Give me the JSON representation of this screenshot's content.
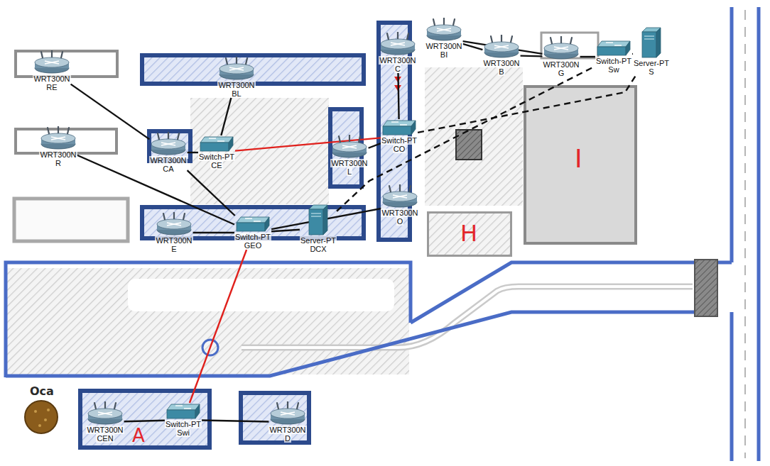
{
  "diagram": {
    "nodes": [
      {
        "text": [
          "WRT300N",
          "RE"
        ]
      },
      {
        "text": [
          "WRT300N",
          "BL"
        ]
      },
      {
        "text": [
          "WRT300N",
          "C"
        ]
      },
      {
        "text": [
          "WRT300N",
          "BI"
        ]
      },
      {
        "text": [
          "WRT300N",
          "B"
        ]
      },
      {
        "text": [
          "WRT300N",
          "G"
        ]
      },
      {
        "text": [
          "Switch-PT",
          "Sw"
        ]
      },
      {
        "text": [
          "Server-PT",
          "S"
        ]
      },
      {
        "text": [
          "WRT300N",
          "R"
        ]
      },
      {
        "text": [
          "WRT300N",
          "CA"
        ]
      },
      {
        "text": [
          "Switch-PT",
          "CE"
        ]
      },
      {
        "text": [
          "WRT300N",
          "L"
        ]
      },
      {
        "text": [
          "Switch-PT",
          "CO"
        ]
      },
      {
        "text": [
          "I"
        ]
      },
      {
        "text": [
          "WRT300N",
          "E"
        ]
      },
      {
        "text": [
          "Switch-PT",
          "GEO"
        ]
      },
      {
        "text": [
          "Server-PT",
          "DCX"
        ]
      },
      {
        "text": [
          "WRT300N",
          "O"
        ]
      },
      {
        "text": [
          "H"
        ]
      },
      {
        "text": [
          "A"
        ]
      },
      {
        "text": [
          "WRT300N",
          "CEN"
        ],
        "in": 19
      },
      {
        "text": [
          "Switch-PT",
          "Swi"
        ],
        "in": 19
      },
      {
        "text": [
          "WRT300N",
          "D"
        ]
      }
    ],
    "edges": [
      {
        "from": 0,
        "to": 9,
        "arrow": "none"
      },
      {
        "from": 9,
        "to": 15,
        "arrow": "none"
      },
      {
        "from": 8,
        "to": 15,
        "arrow": "none"
      },
      {
        "from": 9,
        "to": 10,
        "arrow": "none"
      },
      {
        "from": 10,
        "to": 1,
        "arrow": "none"
      },
      {
        "from": 10,
        "to": 12,
        "arrow": "none"
      },
      {
        "from": 2,
        "to": 12,
        "arrow": "none"
      },
      {
        "from": 11,
        "to": 12,
        "arrow": "none"
      },
      {
        "from": 14,
        "to": 15,
        "arrow": "none"
      },
      {
        "from": 15,
        "to": 16,
        "arrow": "none"
      },
      {
        "from": 15,
        "to": 17,
        "arrow": "none"
      },
      {
        "from": 12,
        "to": 7,
        "arrow": "none"
      },
      {
        "from": 16,
        "to": 6,
        "arrow": "none"
      },
      {
        "from": 3,
        "to": 4,
        "arrow": "none"
      },
      {
        "from": 4,
        "to": 5,
        "arrow": "none"
      },
      {
        "from": 3,
        "to": 5,
        "arrow": "none"
      },
      {
        "from": 5,
        "to": 6,
        "arrow": "none"
      },
      {
        "from": 6,
        "to": 7,
        "arrow": "none"
      },
      {
        "from": 15,
        "to": 21,
        "arrow": "none"
      },
      {
        "from": 20,
        "to": 21,
        "arrow": "none"
      },
      {
        "from": 21,
        "to": 22,
        "arrow": "none"
      }
    ],
    "labels": [
      "Oca"
    ]
  }
}
